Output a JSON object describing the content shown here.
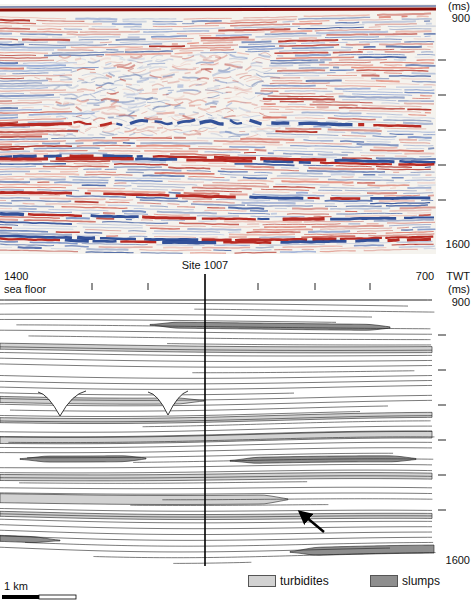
{
  "diagram": {
    "labels": [
      "(ms)",
      "900",
      "1600",
      "Site 1007",
      "1400",
      "sea floor",
      "700",
      "TWT",
      "(ms)",
      "900",
      "1600",
      "1 km"
    ],
    "legend": [
      {
        "text": "turbidites",
        "color": "#d2d2d2"
      },
      {
        "text": "slumps",
        "color": "#8e8e8e"
      }
    ]
  }
}
